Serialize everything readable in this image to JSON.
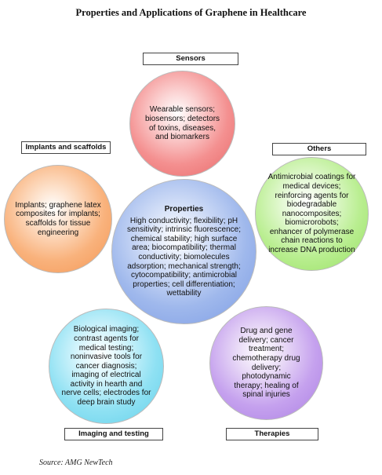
{
  "title": "Properties and Applications of Graphene in Healthcare",
  "labels": {
    "sensors": "Sensors",
    "implants": "Implants and scaffolds",
    "others": "Others",
    "imaging": "Imaging and testing",
    "therapies": "Therapies"
  },
  "circles": {
    "sensors": "Wearable sensors; biosensors; detectors of toxins, diseases, and biomarkers",
    "implants": "Implants; graphene latex composites for implants; scaffolds for tissue engineering",
    "others": "Antimicrobial coatings for medical devices; reinforcing agents for biodegradable nanocomposites; biomicrorobots; enhancer of polymerase chain reactions to increase DNA production",
    "properties_title": "Properties",
    "properties": "High conductivity; flexibility; pH sensitivity; intrinsic fluorescence; chemical stability; high surface area; biocompatibility; thermal conductivity; biomolecules adsorption; mechanical strength; cytocompatibility; antimicrobial properties; cell differentiation; wettability",
    "imaging": "Biological imaging; contrast agents for medical testing; noninvasive tools for cancer diagnosis; imaging of electrical activity in hearth and nerve cells; electrodes for deep brain study",
    "therapies": "Drug and gene delivery; cancer treatment; chemotherapy drug delivery; photodynamic therapy; healing of spinal injuries"
  },
  "source": "Source: AMG NewTech"
}
